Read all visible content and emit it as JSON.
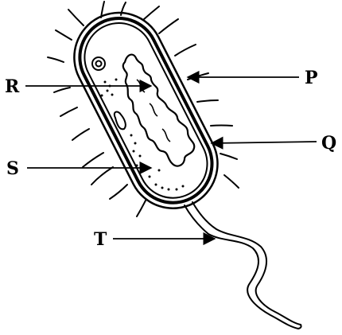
{
  "labels": {
    "p": "P",
    "q": "Q",
    "r": "R",
    "s": "S",
    "t": "T"
  },
  "colors": {
    "ink": "#000000",
    "background": "#ffffff"
  }
}
